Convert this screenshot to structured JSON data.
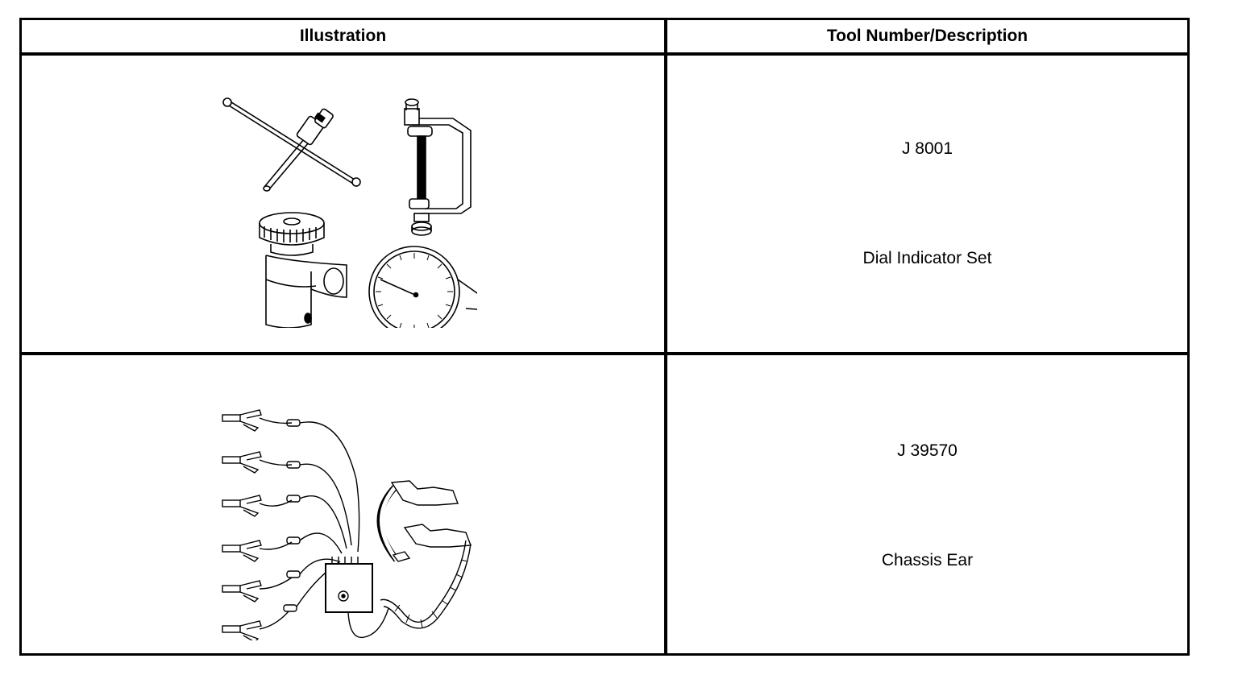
{
  "table": {
    "headers": {
      "illustration": "Illustration",
      "tool": "Tool Number/Description"
    },
    "rows": [
      {
        "tool_number": "J 8001",
        "description": "Dial Indicator Set",
        "illustration_icon": "dial-indicator-set-illustration"
      },
      {
        "tool_number": "J 39570",
        "description": "Chassis Ear",
        "illustration_icon": "chassis-ear-illustration"
      }
    ]
  }
}
